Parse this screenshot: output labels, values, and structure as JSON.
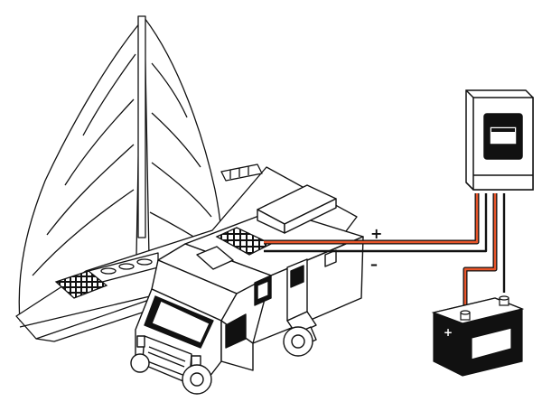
{
  "labels": {
    "positive_wire": "+",
    "negative_wire": "–",
    "battery_positive": "+",
    "battery_negative": "–"
  },
  "colors": {
    "line": "#111111",
    "positive_wire": "#e8552a",
    "negative_wire": "#111111",
    "battery_body": "#111111",
    "controller_screen": "#111111"
  },
  "icons": [
    "sailboat",
    "camper-van",
    "solar-panel",
    "charge-controller",
    "battery"
  ]
}
